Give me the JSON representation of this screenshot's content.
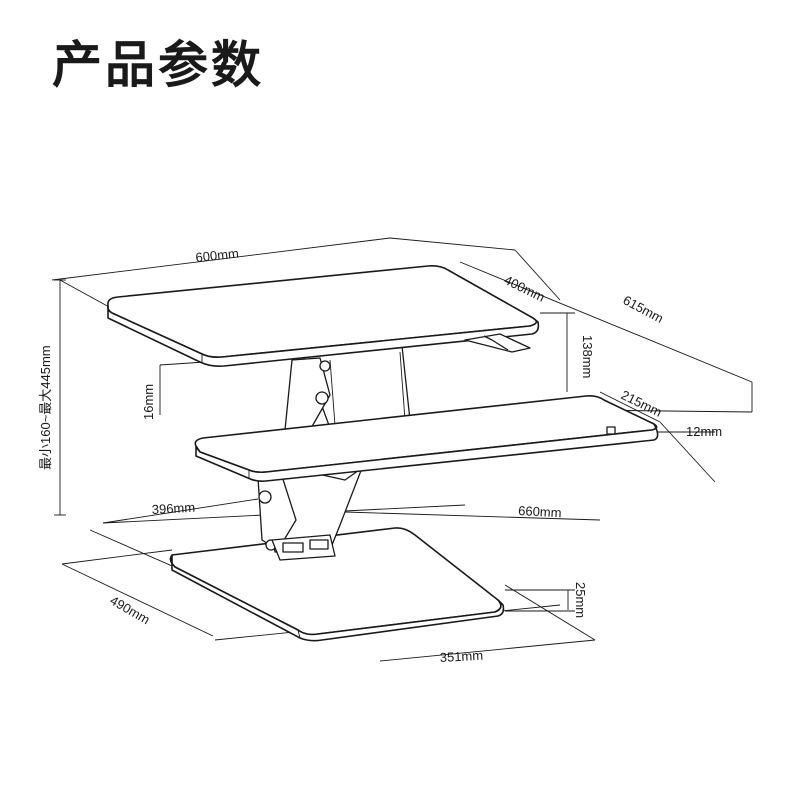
{
  "title": "产品参数",
  "dimensions": {
    "top_width": "600mm",
    "top_depth": "400mm",
    "overall_depth": "615mm",
    "height_range": "最小160~最大445mm",
    "top_gap": "138mm",
    "top_thickness": "16mm",
    "keyboard_depth": "215mm",
    "keyboard_thickness": "12mm",
    "keyboard_width": "660mm",
    "arm_setback": "396mm",
    "base_depth": "490mm",
    "base_height": "25mm",
    "base_width": "351mm"
  }
}
